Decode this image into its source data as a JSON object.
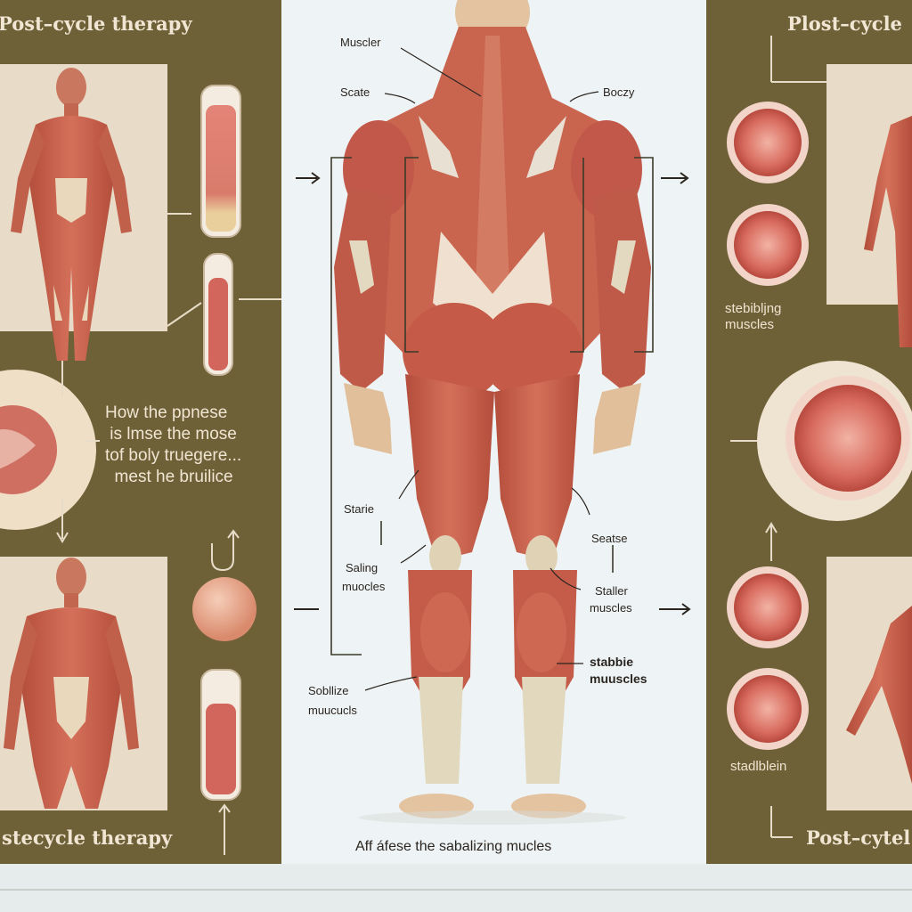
{
  "colors": {
    "panel": "#6e6138",
    "card": "#e8dcc8",
    "muscle": "#c6624d",
    "muscle_dark": "#9c3f31",
    "tendon": "#e7dcc4",
    "skin": "#e4c29f",
    "fruit": "#e0847a",
    "fruit_rim": "#f3d3c5",
    "vial_fill": "#d36b63",
    "center_bg": "#eef4f5"
  },
  "left_panel": {
    "title_top": "Post–cycle therapy",
    "title_bottom": "stecycle therapy",
    "body_text": "How the ppnese\n is lmse the mose\ntof boly truegere...\n  mest he bruilice"
  },
  "right_panel": {
    "title_top": "Plost–cycle",
    "label_mid": "stebibljng\nmuscles",
    "label_bottom": "stadlblein",
    "title_bottom": "Post–cytel"
  },
  "center": {
    "labels": {
      "top_left": "Muscler",
      "upper_left": "Scate",
      "upper_right": "Boczy",
      "mid_left": "Starie",
      "mid_right": "Seatse",
      "left_stab_1": "Saling",
      "left_stab_1b": "muocles",
      "right_stab_1": "Staller",
      "right_stab_1b": "muscles",
      "right_big": "stabbie",
      "right_big_b": "muuscles",
      "left_low": "Sobllize",
      "left_low_b": "muucucls"
    },
    "caption": "Aff áfese the sabalizing mucles"
  },
  "icons": [
    "arrow-right-icon",
    "arrow-down-icon",
    "arrow-up-icon",
    "u-turn-icon"
  ]
}
